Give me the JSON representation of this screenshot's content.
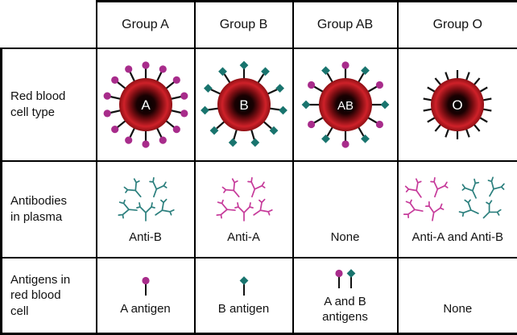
{
  "row_labels": [
    "Red blood cell type",
    "Antibodies in plasma",
    "Antigens in red blood cell"
  ],
  "groups": [
    {
      "name": "Group A",
      "cell_letter": "A",
      "cell_antigens": [
        "A"
      ],
      "plasma_antibodies": [
        "B"
      ],
      "antibody_label": "Anti-B",
      "antigen_label": "A antigen"
    },
    {
      "name": "Group B",
      "cell_letter": "B",
      "cell_antigens": [
        "B"
      ],
      "plasma_antibodies": [
        "A"
      ],
      "antibody_label": "Anti-A",
      "antigen_label": "B antigen"
    },
    {
      "name": "Group AB",
      "cell_letter": "AB",
      "cell_antigens": [
        "A",
        "B"
      ],
      "plasma_antibodies": [],
      "antibody_label": "None",
      "antigen_label": "A and B antigens"
    },
    {
      "name": "Group O",
      "cell_letter": "O",
      "cell_antigens": [],
      "plasma_antibodies": [
        "A",
        "B"
      ],
      "antibody_label": "Anti-A and Anti-B",
      "antigen_label": "None"
    }
  ],
  "colors": {
    "antigen_a": "#a82c8b",
    "antigen_b": "#19746e",
    "anti_a": "#c63a9a",
    "anti_b": "#2b7f7d",
    "rbc_bright_red": "#cf2129",
    "rbc_rim_red": "#8f1015",
    "rbc_center": "#000000",
    "line_black": "#111111"
  }
}
